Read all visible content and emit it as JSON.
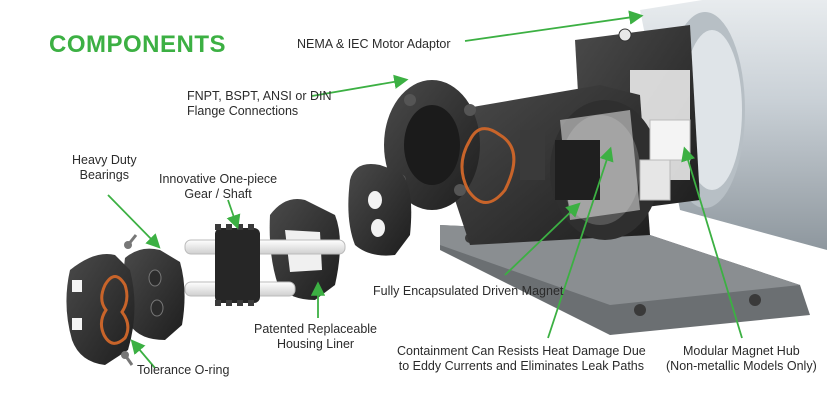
{
  "title": "COMPONENTS",
  "colors": {
    "accent_green": "#3cb043",
    "text": "#2b2b2b",
    "dark_part": "#2a2a2a",
    "orange_oring": "#c8642a",
    "white_shaft": "#f2f2f2",
    "motor_silver": "#cfd6dc"
  },
  "callouts": {
    "motor_adaptor": {
      "line1": "NEMA & IEC Motor Adaptor"
    },
    "flange": {
      "line1": "FNPT, BSPT, ANSI or DIN",
      "line2": "Flange Connections"
    },
    "bearings": {
      "line1": "Heavy Duty",
      "line2": "Bearings"
    },
    "gear": {
      "line1": "Innovative One-piece",
      "line2": "Gear / Shaft"
    },
    "driven_magnet": {
      "line1": "Fully Encapsulated Driven Magnet"
    },
    "housing_liner": {
      "line1": "Patented Replaceable",
      "line2": "Housing Liner"
    },
    "oring": {
      "line1": "Tolerance O-ring"
    },
    "containment_can": {
      "line1": "Containment Can Resists Heat Damage Due",
      "line2": "to Eddy Currents and Eliminates Leak Paths"
    },
    "magnet_hub": {
      "line1": "Modular Magnet Hub",
      "line2": "(Non-metallic Models Only)"
    }
  }
}
